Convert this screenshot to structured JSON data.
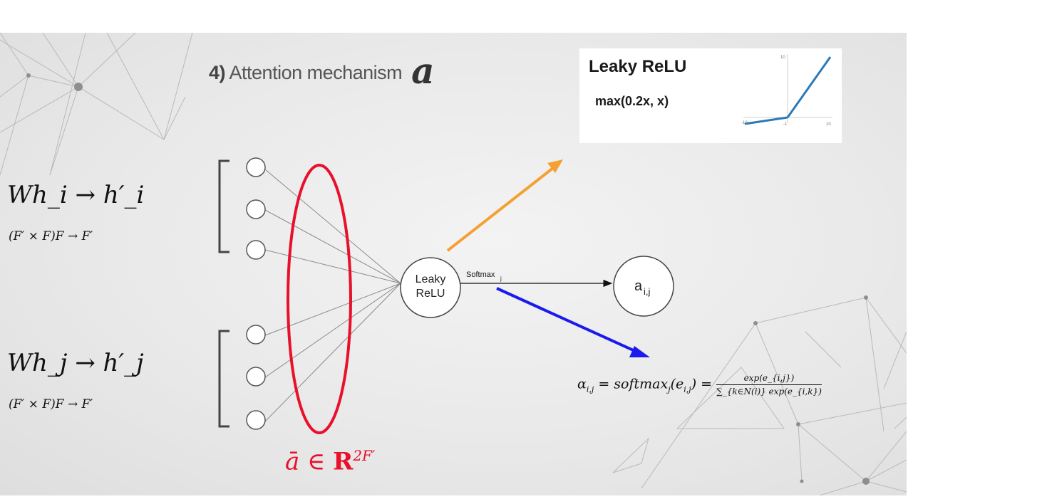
{
  "title": {
    "number": "4)",
    "text": "Attention mechanism",
    "symbol": "a"
  },
  "leaky_box": {
    "title": "Leaky ReLU",
    "formula": "max(0.2x, x)",
    "plot_ticks": {
      "y_top": "10",
      "x_left": "-10",
      "x_mid": "-1",
      "x_right": "10"
    }
  },
  "left_formulas": {
    "hi_main": "Wh_i → h′_i",
    "hi_dims": "(F′ × F)F → F′",
    "hj_main": "Wh_j → h′_j",
    "hj_dims": "(F′ × F)F → F′"
  },
  "nodes": {
    "leaky_line1": "Leaky",
    "leaky_line2": "ReLU",
    "softmax_label": "Softmax",
    "softmax_sub": "j",
    "output_main": "a",
    "output_sub": "i,j"
  },
  "softmax_formula": {
    "lhs": "α",
    "lhs_sub": "i,j",
    "mid": " = softmax",
    "mid_sub": "j",
    "arg": "(e",
    "arg_sub": "i,j",
    "arg_close": ") = ",
    "numerator": "exp(e_{i,j})",
    "denominator": "∑_{k∈N(i)} exp(e_{i,k})"
  },
  "a_bar": {
    "lhs": "ā ∈ ",
    "set": "R",
    "exp": "2F′"
  },
  "colors": {
    "ellipse": "#e8102a",
    "orange_arrow": "#f4a033",
    "blue_arrow": "#1a1aee",
    "relu_line": "#2a7ab8"
  }
}
